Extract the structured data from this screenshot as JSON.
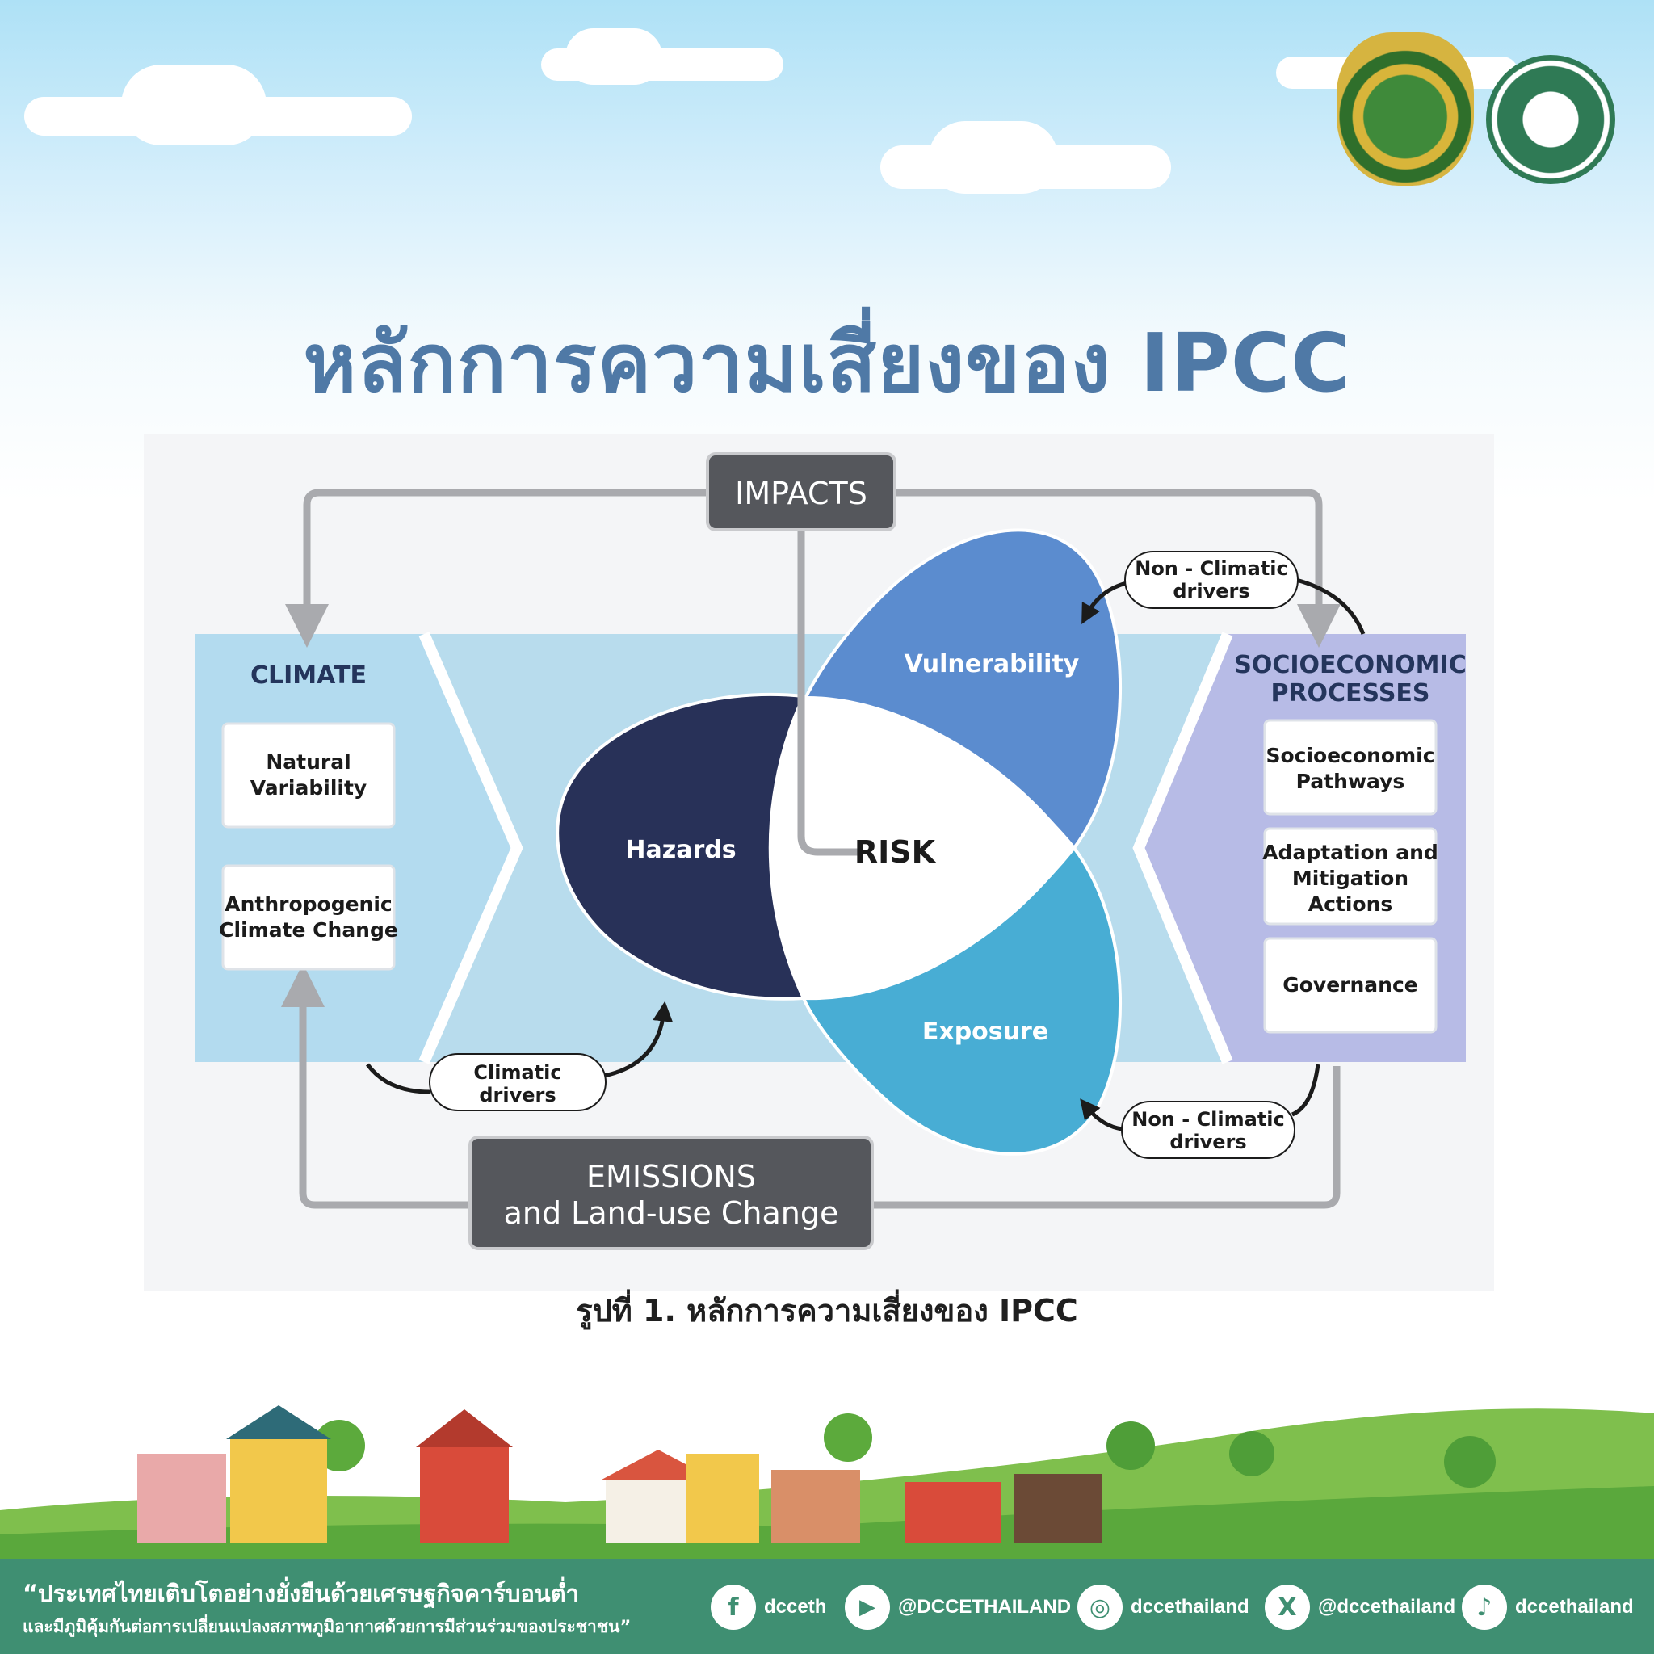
{
  "title": "หลักการความเสี่ยงของ IPCC",
  "caption": "รูปที่ 1. หลักการความเสี่ยงของ IPCC",
  "diagram": {
    "impacts": "IMPACTS",
    "emissions_line1": "EMISSIONS",
    "emissions_line2": "and Land-use Change",
    "risk": "RISK",
    "hazards": "Hazards",
    "vulnerability": "Vulnerability",
    "exposure": "Exposure",
    "climate": {
      "title": "CLIMATE",
      "box1_line1": "Natural",
      "box1_line2": "Variability",
      "box2_line1": "Anthropogenic",
      "box2_line2": "Climate Change"
    },
    "socio": {
      "title_line1": "SOCIOECONOMIC",
      "title_line2": "PROCESSES",
      "box1_line1": "Socioeconomic",
      "box1_line2": "Pathways",
      "box2_line1": "Adaptation and",
      "box2_line2": "Mitigation",
      "box2_line3": "Actions",
      "box3": "Governance"
    },
    "climatic_drivers_line1": "Climatic",
    "climatic_drivers_line2": "drivers",
    "non_climatic_top_line1": "Non - Climatic",
    "non_climatic_top_line2": "drivers",
    "non_climatic_bottom_line1": "Non - Climatic",
    "non_climatic_bottom_line2": "drivers"
  },
  "footer": {
    "slogan_line1": "“ประเทศไทยเติบโตอย่างยั่งยืนด้วยเศรษฐกิจคาร์บอนต่ำ",
    "slogan_line2": "และมีภูมิคุ้มกันต่อการเปลี่ยนแปลงสภาพภูมิอากาศด้วยการมีส่วนร่วมของประชาชน”",
    "social": [
      {
        "icon": "facebook-icon",
        "glyph": "f",
        "handle": "dcceth"
      },
      {
        "icon": "youtube-icon",
        "glyph": "▶",
        "handle": "@DCCETHAILAND"
      },
      {
        "icon": "instagram-icon",
        "glyph": "◎",
        "handle": "dccethailand"
      },
      {
        "icon": "x-icon",
        "glyph": "X",
        "handle": "@dccethailand"
      },
      {
        "icon": "tiktok-icon",
        "glyph": "♪",
        "handle": "dccethailand"
      }
    ]
  },
  "colors": {
    "title": "#4f79a6",
    "hazards": "#283158",
    "vulnerability": "#5b8ccf",
    "exposure": "#48add4",
    "climate_panel": "#b3dbef",
    "socio_panel": "#b7bbe6",
    "footer": "#3f8f72"
  }
}
